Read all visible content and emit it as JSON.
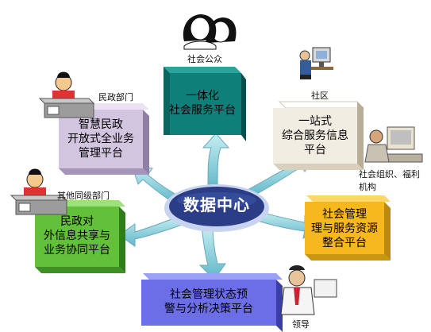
{
  "center": {
    "label": "数据中心"
  },
  "boxes": {
    "public_service": {
      "lines": [
        "一体化",
        "社会服务平台"
      ]
    },
    "info_service": {
      "lines": [
        "一站式",
        "综合服务信息",
        "平台"
      ]
    },
    "resource_integration": {
      "lines": [
        "社会管理",
        "理与服务资源",
        "整合平台"
      ]
    },
    "warning_decision": {
      "lines": [
        "社会管理状态预",
        "警与分析决策平台"
      ]
    },
    "info_sharing": {
      "lines": [
        "民政对",
        "外信息共享与",
        "业务协同平台"
      ]
    },
    "civil_affairs": {
      "lines": [
        "智慧民政",
        "开放式全业务",
        "管理平台"
      ]
    }
  },
  "actors": {
    "public": "社会公众",
    "community": "社区",
    "organizations": "社会组织、福利机构",
    "leadership": "领导",
    "other_depts": "其他同级部门",
    "civil_dept": "民政部门"
  },
  "colors": {
    "teal": "#0f7f7a",
    "beige": "#f2ede2",
    "yellow": "#f6b81c",
    "blue_purple": "#6b6ee6",
    "green": "#63c03a",
    "mauve": "#d2c5e0",
    "center": "#2a3d86"
  }
}
